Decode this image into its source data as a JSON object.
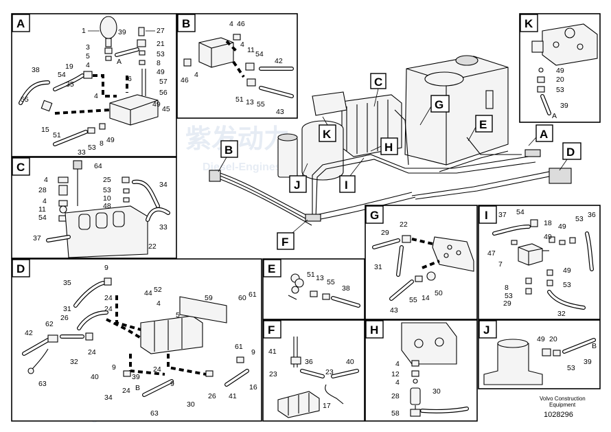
{
  "panels": {
    "A": {
      "label": "A",
      "callouts": [
        "1",
        "39",
        "27",
        "21",
        "53",
        "8",
        "49",
        "57",
        "56",
        "49",
        "45",
        "3",
        "5",
        "4",
        "A",
        "6",
        "38",
        "19",
        "54",
        "35",
        "55",
        "4",
        "15",
        "51",
        "33",
        "53",
        "8",
        "49"
      ]
    },
    "B": {
      "label": "B",
      "callouts": [
        "4",
        "46",
        "4",
        "11",
        "54",
        "42",
        "46",
        "4",
        "51",
        "13",
        "55",
        "43"
      ]
    },
    "C": {
      "label": "C",
      "callouts": [
        "64",
        "4",
        "25",
        "34",
        "28",
        "53",
        "4",
        "10",
        "11",
        "48",
        "54",
        "33",
        "37",
        "22"
      ]
    },
    "D": {
      "label": "D",
      "callouts": [
        "9",
        "35",
        "24",
        "44",
        "52",
        "4",
        "59",
        "60",
        "61",
        "31",
        "5",
        "24",
        "62",
        "26",
        "42",
        "32",
        "24",
        "40",
        "9",
        "39",
        "B",
        "24",
        "9",
        "30",
        "26",
        "41",
        "16",
        "63",
        "34",
        "24",
        "63",
        "61",
        "9"
      ]
    },
    "E": {
      "label": "E",
      "callouts": [
        "51",
        "13",
        "55",
        "38"
      ]
    },
    "F": {
      "label": "F",
      "callouts": [
        "41",
        "36",
        "40",
        "23",
        "23",
        "17"
      ]
    },
    "G": {
      "label": "G",
      "callouts": [
        "29",
        "22",
        "31",
        "55",
        "14",
        "50",
        "43"
      ]
    },
    "H": {
      "label": "H",
      "callouts": [
        "4",
        "12",
        "4",
        "28",
        "30",
        "58"
      ]
    },
    "I": {
      "label": "I",
      "callouts": [
        "37",
        "54",
        "18",
        "49",
        "53",
        "36",
        "49",
        "47",
        "7",
        "49",
        "8",
        "53",
        "53",
        "29",
        "32"
      ]
    },
    "J": {
      "label": "J",
      "callouts": [
        "49",
        "20",
        "B",
        "39",
        "53"
      ]
    },
    "K": {
      "label": "K",
      "callouts": [
        "49",
        "20",
        "53",
        "39",
        "A"
      ]
    }
  },
  "overview": {
    "labels": [
      "C",
      "G",
      "E",
      "A",
      "D",
      "K",
      "H",
      "B",
      "J",
      "I",
      "F"
    ]
  },
  "footer": {
    "line1": "Volvo Construction",
    "line2": "Equipment",
    "doc_no": "1028296"
  },
  "watermark": {
    "cn": "紫发动力",
    "en": "Diesel-Engines"
  }
}
